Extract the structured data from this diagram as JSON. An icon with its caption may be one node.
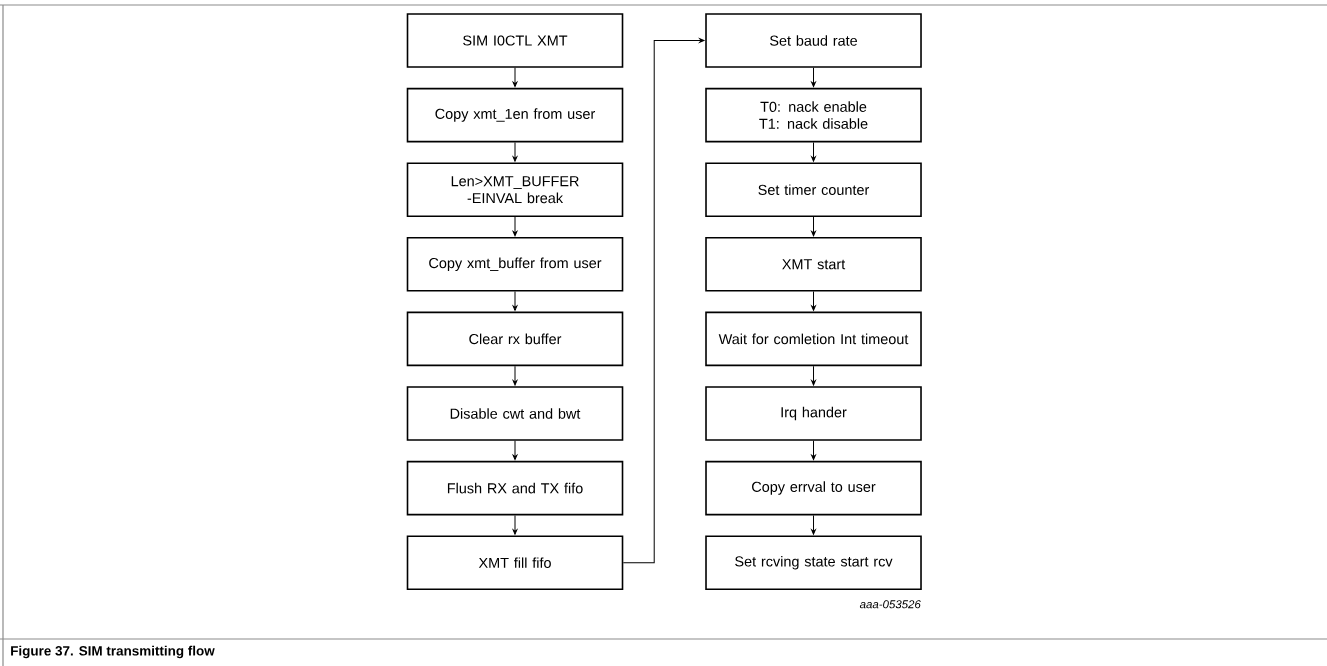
{
  "diagram": {
    "caption": "Figure 37.  SIM transmitting flow",
    "nodes": [
      {
        "text": [
          "SIM I0CTL XMT"
        ]
      },
      {
        "text": [
          "Copy xmt_1en from user"
        ]
      },
      {
        "text": [
          "Len>XMT_BUFFER -EINVAL break"
        ]
      },
      {
        "text": [
          "Copy xmt_buffer from user"
        ]
      },
      {
        "text": [
          "Clear rx buffer"
        ]
      },
      {
        "text": [
          "Disable cwt and bwt"
        ]
      },
      {
        "text": [
          "Flush RX and TX fifo"
        ]
      },
      {
        "text": [
          "XMT fill fifo"
        ]
      },
      {
        "text": [
          "Set baud rate"
        ]
      },
      {
        "text": [
          "T0: nack enable T1: nack disable"
        ]
      },
      {
        "text": [
          "Set timer counter"
        ]
      },
      {
        "text": [
          "XMT start"
        ]
      },
      {
        "text": [
          "Wait for comletion Int timeout"
        ]
      },
      {
        "text": [
          "Irq hander"
        ]
      },
      {
        "text": [
          "Copy errval to user"
        ]
      },
      {
        "text": [
          "Set rcving state start rcv"
        ]
      }
    ],
    "edges": [
      {
        "from": 0,
        "to": 1,
        "arrow": "to"
      },
      {
        "from": 1,
        "to": 2,
        "arrow": "to"
      },
      {
        "from": 2,
        "to": 3,
        "arrow": "to"
      },
      {
        "from": 3,
        "to": 4,
        "arrow": "to"
      },
      {
        "from": 4,
        "to": 5,
        "arrow": "to"
      },
      {
        "from": 5,
        "to": 6,
        "arrow": "to"
      },
      {
        "from": 6,
        "to": 7,
        "arrow": "to"
      },
      {
        "from": 7,
        "to": 8,
        "arrow": "to"
      },
      {
        "from": 8,
        "to": 9,
        "arrow": "to"
      },
      {
        "from": 9,
        "to": 10,
        "arrow": "to"
      },
      {
        "from": 10,
        "to": 11,
        "arrow": "to"
      },
      {
        "from": 11,
        "to": 12,
        "arrow": "to"
      },
      {
        "from": 12,
        "to": 13,
        "arrow": "to"
      },
      {
        "from": 13,
        "to": 14,
        "arrow": "to"
      },
      {
        "from": 14,
        "to": 15,
        "arrow": "to"
      }
    ],
    "labels": [
      "aaa-053526"
    ]
  }
}
